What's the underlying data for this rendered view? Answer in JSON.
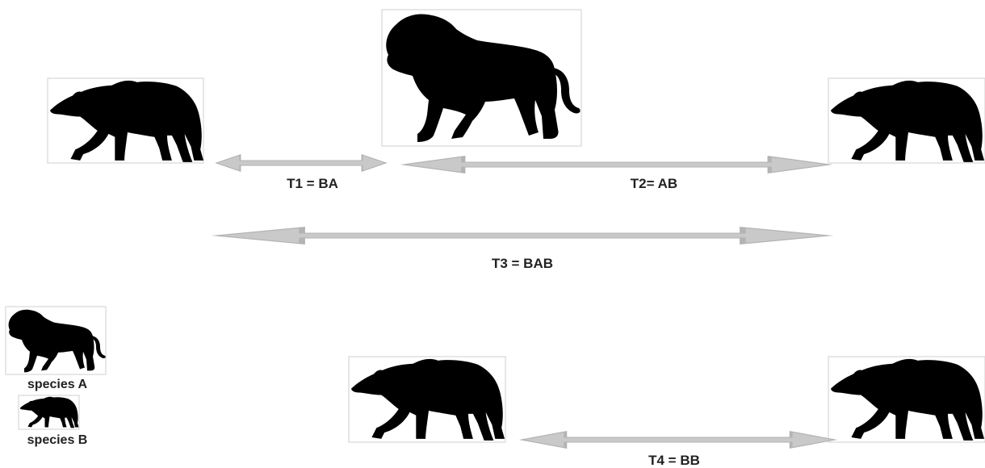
{
  "intervals": [
    {
      "id": "t1",
      "label": "T1 = BA"
    },
    {
      "id": "t2",
      "label": "T2= AB"
    },
    {
      "id": "t3",
      "label": "T3 = BAB"
    },
    {
      "id": "t4",
      "label": "T4 = BB"
    }
  ],
  "legend": {
    "species_a": "species A",
    "species_b": "species B"
  },
  "colors": {
    "silhouette": "#000000",
    "arrow_fill": "#c9c9c9",
    "frame": "#cfcfcf"
  },
  "icons": {
    "species_a": "lion-icon",
    "species_b": "hyena-icon"
  }
}
